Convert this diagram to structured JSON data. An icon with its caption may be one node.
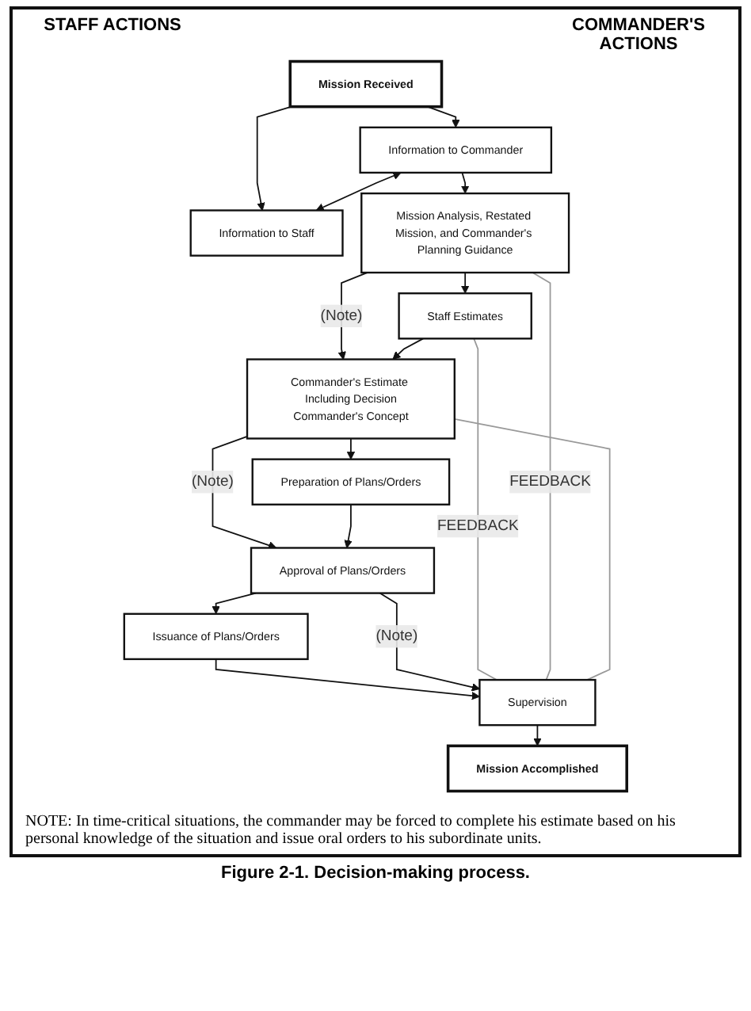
{
  "diagram": {
    "caption": "Figure 2-1. Decision-making process.",
    "nodes": [
      {
        "text": [
          "Mission Received"
        ]
      },
      {
        "text": [
          "Information to Commander"
        ]
      },
      {
        "text": [
          "Information to Staff"
        ]
      },
      {
        "text": [
          "Mission Analysis, Restated Mission, and Commander's Planning Guidance"
        ]
      },
      {
        "text": [
          "Staff Estimates"
        ]
      },
      {
        "text": [
          "Commander's Estimate Including Decision",
          "Commander's Concept"
        ]
      },
      {
        "text": [
          "Preparation of Plans/Orders"
        ]
      },
      {
        "text": [
          "Approval of Plans/Orders"
        ]
      },
      {
        "text": [
          "Issuance of Plans/Orders"
        ]
      },
      {
        "text": [
          "Supervision"
        ]
      },
      {
        "text": [
          "Mission Accomplished"
        ]
      }
    ],
    "edges": [
      {
        "from": 0,
        "to": 1,
        "arrow": "to"
      },
      {
        "from": 0,
        "to": 2,
        "arrow": "to"
      },
      {
        "from": 1,
        "to": 2,
        "arrow": "both"
      },
      {
        "from": 1,
        "to": 3,
        "arrow": "to"
      },
      {
        "from": 3,
        "to": 4,
        "arrow": "to"
      },
      {
        "from": 3,
        "to": 5,
        "arrow": "to",
        "label": "(Note)"
      },
      {
        "from": 4,
        "to": 5,
        "arrow": "to"
      },
      {
        "from": 5,
        "to": 6,
        "arrow": "to"
      },
      {
        "from": 5,
        "to": 7,
        "arrow": "to",
        "label": "(Note)"
      },
      {
        "from": 6,
        "to": 7,
        "arrow": "to"
      },
      {
        "from": 7,
        "to": 8,
        "arrow": "to"
      },
      {
        "from": 8,
        "to": 9,
        "arrow": "to"
      },
      {
        "from": 7,
        "to": 9,
        "arrow": "to",
        "label": "(Note)"
      },
      {
        "from": 9,
        "to": 10,
        "arrow": "to"
      },
      {
        "from": 4,
        "to": 9,
        "arrow": "none",
        "label": "FEEDBACK",
        "color": "#999999"
      },
      {
        "from": 3,
        "to": 9,
        "arrow": "none",
        "label": "FEEDBACK",
        "color": "#999999"
      },
      {
        "from": 5,
        "to": 9,
        "arrow": "none",
        "color": "#999999"
      }
    ],
    "labels": [
      "STAFF ACTIONS",
      "COMMANDER'S ACTIONS",
      "NOTE: In time-critical situations, the commander may be forced to complete his estimate based on his personal knowledge of the situation and issue oral orders to his subordinate units."
    ]
  }
}
